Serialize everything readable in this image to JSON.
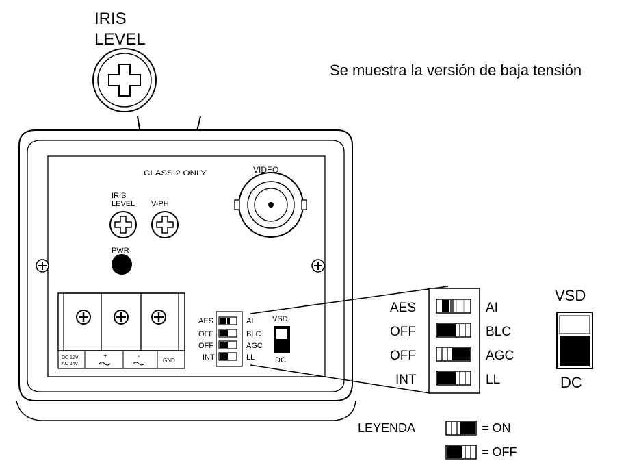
{
  "caption": "Se muestra la versión de baja tensión",
  "iris_knob": {
    "line1": "IRIS",
    "line2": "LEVEL"
  },
  "camera": {
    "class2_label": "CLASS 2 ONLY",
    "video_label": "VIDEO",
    "iris_line1": "IRIS",
    "iris_line2": "LEVEL",
    "vph_label": "V-PH",
    "pwr_label": "PWR",
    "terminal_labels": {
      "power_line1": "DC 12V",
      "power_line2": "AC 24V",
      "plus": "+",
      "minus": "-",
      "gnd": "GND"
    },
    "small_switches": [
      {
        "left": "AES",
        "right": "AI"
      },
      {
        "left": "OFF",
        "right": "BLC"
      },
      {
        "left": "OFF",
        "right": "AGC"
      },
      {
        "left": "INT",
        "right": "LL"
      }
    ],
    "vsd_label": "VSD",
    "dc_label": "DC"
  },
  "zoom_switches": [
    {
      "left": "AES",
      "right": "AI",
      "state": "partial"
    },
    {
      "left": "OFF",
      "right": "BLC",
      "state": "off"
    },
    {
      "left": "OFF",
      "right": "AGC",
      "state": "on"
    },
    {
      "left": "INT",
      "right": "LL",
      "state": "off"
    }
  ],
  "vsd_big": {
    "top": "VSD",
    "bottom": "DC"
  },
  "legend": {
    "title": "LEYENDA",
    "on_label": "= ON",
    "off_label": "= OFF"
  }
}
